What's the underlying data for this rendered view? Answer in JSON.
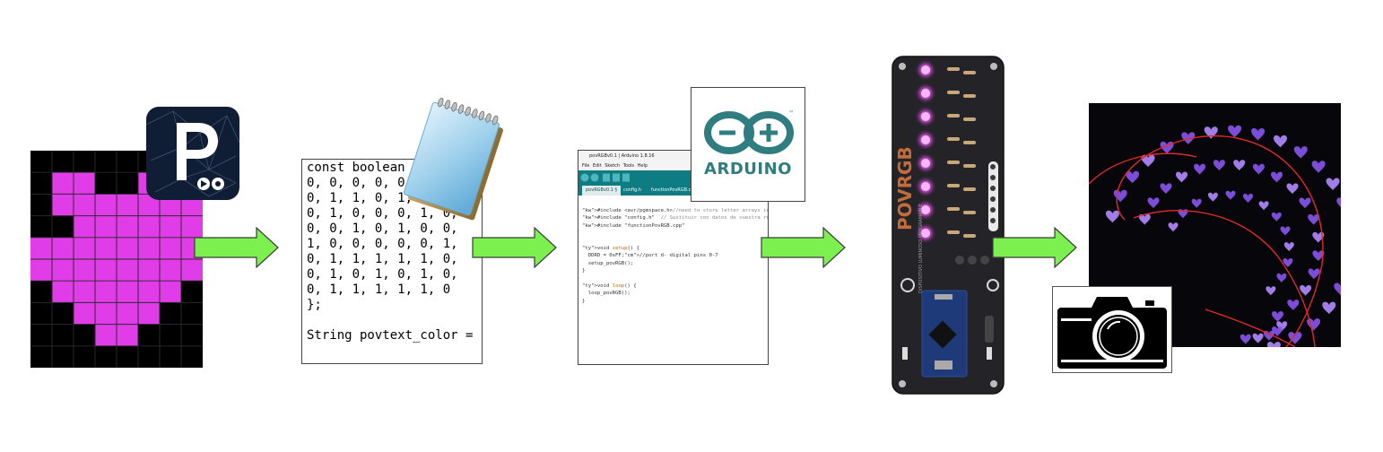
{
  "icons": {
    "pixel_heart": "pixel-heart-image",
    "pico_logo": "piskel-logo",
    "notepad": "notepad-icon",
    "arduino": "arduino-logo-icon",
    "board": "povrgb-board-image",
    "photo": "light-painting-photo",
    "camera": "camera-icon",
    "arrow": "right-arrow-icon"
  },
  "colors": {
    "arrow_fill": "#7cf04f",
    "heart_fill": "#e03ce8",
    "arduino_teal": "#2f7d80"
  },
  "code_box": {
    "lines": [
      "const boolean dib",
      "0, 0, 0, 0, 0, 0",
      "0, 1, 1, 0, 1, 1,",
      "0, 1, 0, 0, 0, 1, 0,",
      "0, 0, 1, 0, 1, 0, 0,",
      "1, 0, 0, 0, 0, 0, 1,",
      "0, 1, 1, 1, 1, 1, 0,",
      "0, 1, 0, 1, 0, 1, 0,",
      "0, 1, 1, 1, 1, 1, 0",
      "};",
      "",
      "String povtext_color = {"
    ]
  },
  "arduino_ide": {
    "title": "povRGBv0.1 | Arduino 1.8.16",
    "menu": [
      "File",
      "Edit",
      "Sketch",
      "Tools",
      "Help"
    ],
    "tabs": [
      "povRGBv0.1 §",
      "config.h",
      "functionPovRGB.cpp"
    ],
    "code": [
      "#include <avr/pgmspace.h>//need to store letter arrays in f",
      "#include \"config.h\"  // Sustituir con datos de vuestra red",
      "#include \"functionPovRGB.cpp\"",
      "",
      "",
      "void setup() {",
      "  DDRD = 0xFF;//port d- digital pins 0-7",
      "  setup_povRGB();",
      "}",
      "",
      "void loop() {",
      "  loop_povRGB();",
      "}"
    ]
  },
  "arduino_logo": {
    "word": "ARDUINO",
    "tm": "™"
  },
  "board": {
    "brand": "POVRGB",
    "subtitle": "DISPOSITIVO LUMINOSO PROGRAMABLE"
  }
}
